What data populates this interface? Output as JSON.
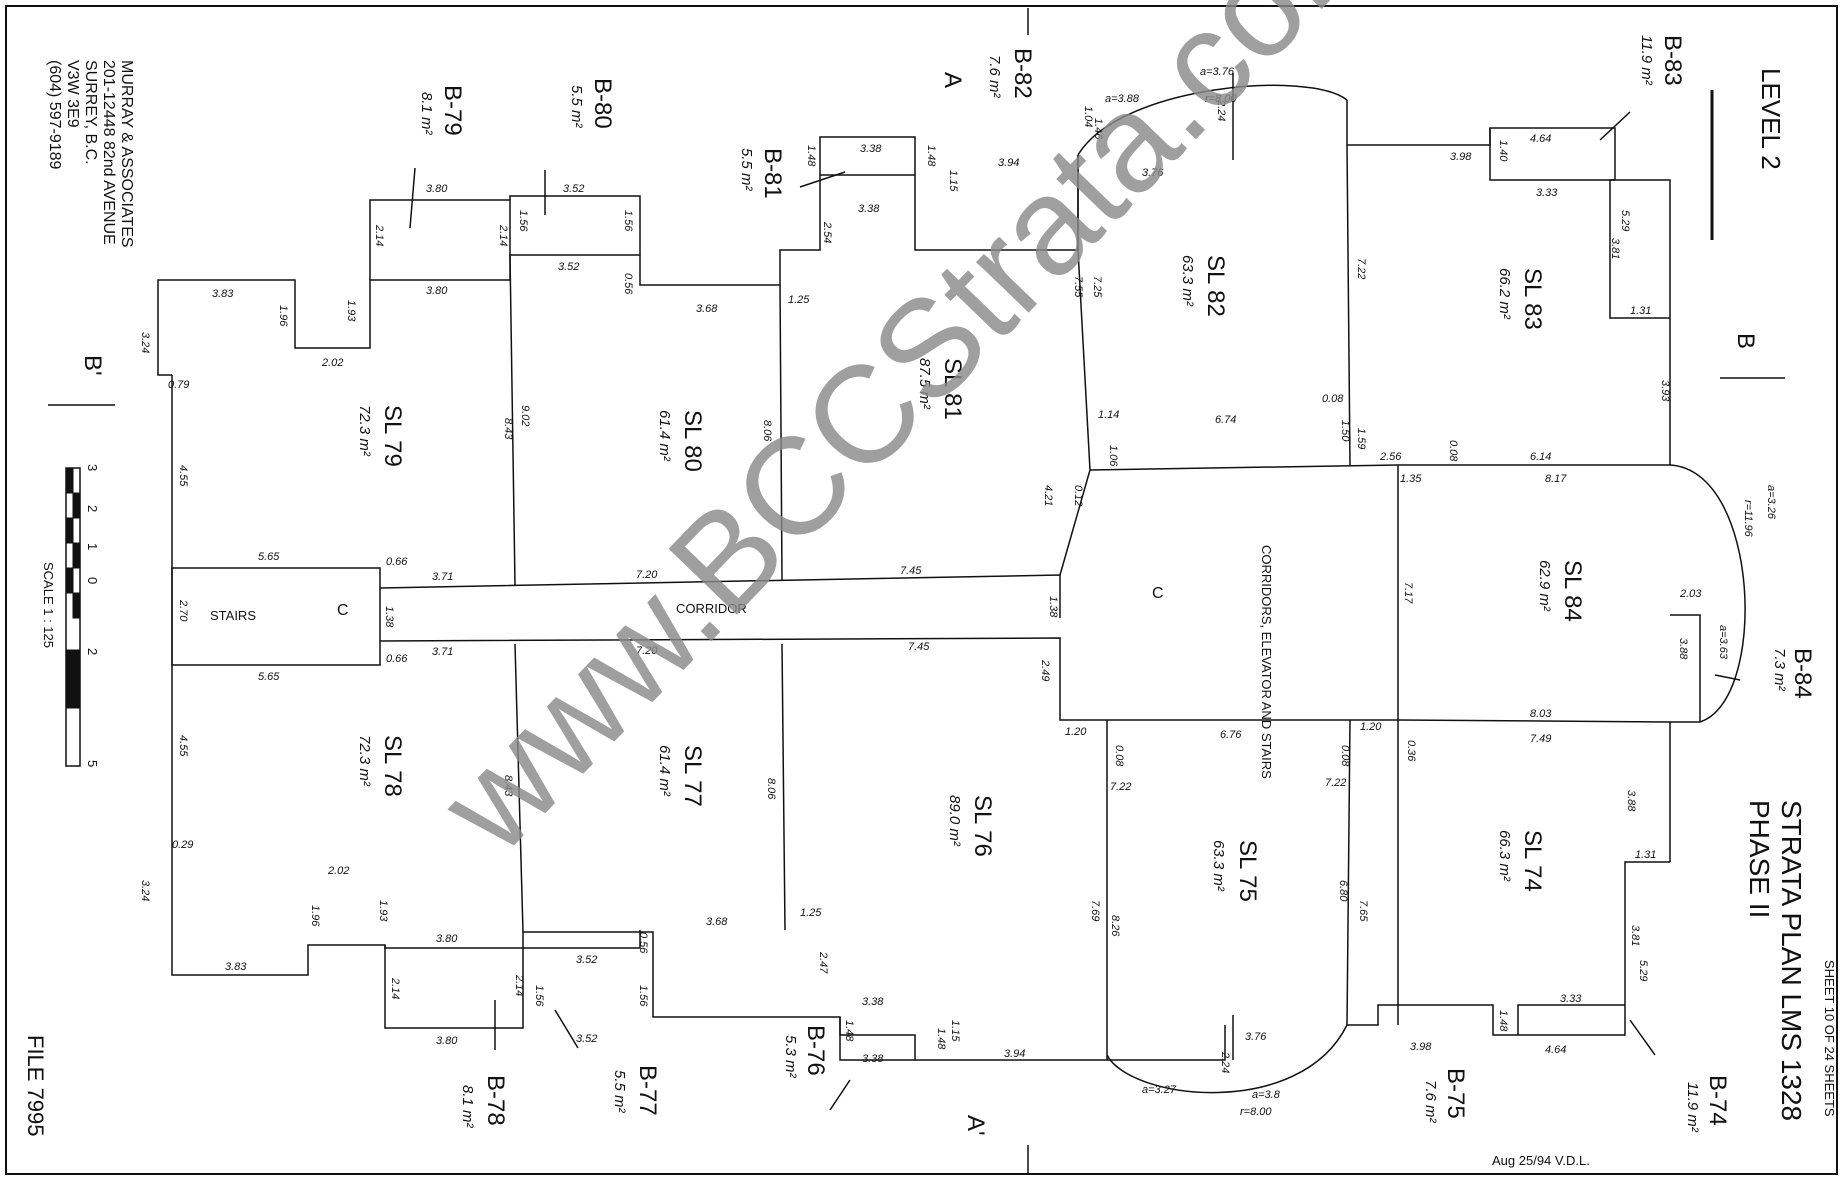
{
  "plan": {
    "level": "LEVEL 2",
    "title": "STRATA PLAN LMS 1328",
    "phase": "PHASE II",
    "sheet": "SHEET 10 OF 24 SHEETS",
    "file": "FILE 7995",
    "signature": "Aug 25/94 V.D.L.",
    "scale_label": "SCALE 1 : 125",
    "scale_ticks": [
      "3",
      "2",
      "1",
      "0",
      "2",
      "5"
    ],
    "section_marks": [
      "A",
      "A'",
      "B",
      "B'"
    ],
    "watermark": "www.BCCStrata.com"
  },
  "surveyor": [
    "MURRAY & ASSOCIATES",
    "201-12448 82nd AVENUE",
    "SURREY, B.C.",
    "V3W 3E9",
    "(604) 597-9189"
  ],
  "common": {
    "stairs": "STAIRS",
    "corridor": "CORRIDOR",
    "core": "CORRIDORS, ELEVATOR AND STAIRS",
    "common_mark": "C"
  },
  "lots": [
    {
      "id": "SL 74",
      "area": "66.3 m²"
    },
    {
      "id": "SL 75",
      "area": "63.3 m²"
    },
    {
      "id": "SL 76",
      "area": "89.0 m²"
    },
    {
      "id": "SL 77",
      "area": "61.4 m²"
    },
    {
      "id": "SL 78",
      "area": "72.3 m²"
    },
    {
      "id": "SL 79",
      "area": "72.3 m²"
    },
    {
      "id": "SL 80",
      "area": "61.4 m²"
    },
    {
      "id": "SL 81",
      "area": "87.5 m²"
    },
    {
      "id": "SL 82",
      "area": "63.3 m²"
    },
    {
      "id": "SL 83",
      "area": "66.2 m²"
    },
    {
      "id": "SL 84",
      "area": "62.9 m²"
    }
  ],
  "bays": [
    {
      "id": "B-74",
      "area": "11.9 m²"
    },
    {
      "id": "B-75",
      "area": "7.6 m²"
    },
    {
      "id": "B-76",
      "area": "5.3 m²"
    },
    {
      "id": "B-77",
      "area": "5.5 m²"
    },
    {
      "id": "B-78",
      "area": "8.1 m²"
    },
    {
      "id": "B-79",
      "area": "8.1 m²"
    },
    {
      "id": "B-80",
      "area": "5.5 m²"
    },
    {
      "id": "B-81",
      "area": "5.5 m²"
    },
    {
      "id": "B-82",
      "area": "7.6 m²"
    },
    {
      "id": "B-83",
      "area": "11.9 m²"
    },
    {
      "id": "B-84",
      "area": "7.3 m²"
    }
  ],
  "dims": [
    "3.83",
    "1.96",
    "1.93",
    "3.80",
    "2.14",
    "2.02",
    "3.24",
    "0.79",
    "4.55",
    "5.65",
    "0.66",
    "3.71",
    "1.38",
    "2.70",
    "0.29",
    "3.52",
    "1.56",
    "0.56",
    "9.02",
    "8.43",
    "7.20",
    "3.68",
    "1.25",
    "8.06",
    "7.45",
    "2.49",
    "1.20",
    "3.38",
    "1.48",
    "1.15",
    "2.54",
    "3.94",
    "2.47",
    "7.55",
    "7.25",
    "4.21",
    "0.12",
    "1.14",
    "1.06",
    "1.46",
    "3.76",
    "2.24",
    "6.74",
    "7.22",
    "0.08",
    "1.50",
    "1.59",
    "2.56",
    "6.14",
    "3.98",
    "4.64",
    "3.33",
    "5.29",
    "3.81",
    "1.31",
    "3.93",
    "1.35",
    "8.17",
    "7.17",
    "2.03",
    "3.88",
    "8.03",
    "7.49",
    "6.76",
    "0.36",
    "7.69",
    "8.26",
    "6.80",
    "7.65",
    "a=3.76",
    "r=8.00",
    "a=3.88",
    "a=3.27",
    "a=3.26",
    "r=11.96",
    "a=3.63",
    "a=3.8",
    "1.04",
    "1.40",
    "1.48"
  ]
}
